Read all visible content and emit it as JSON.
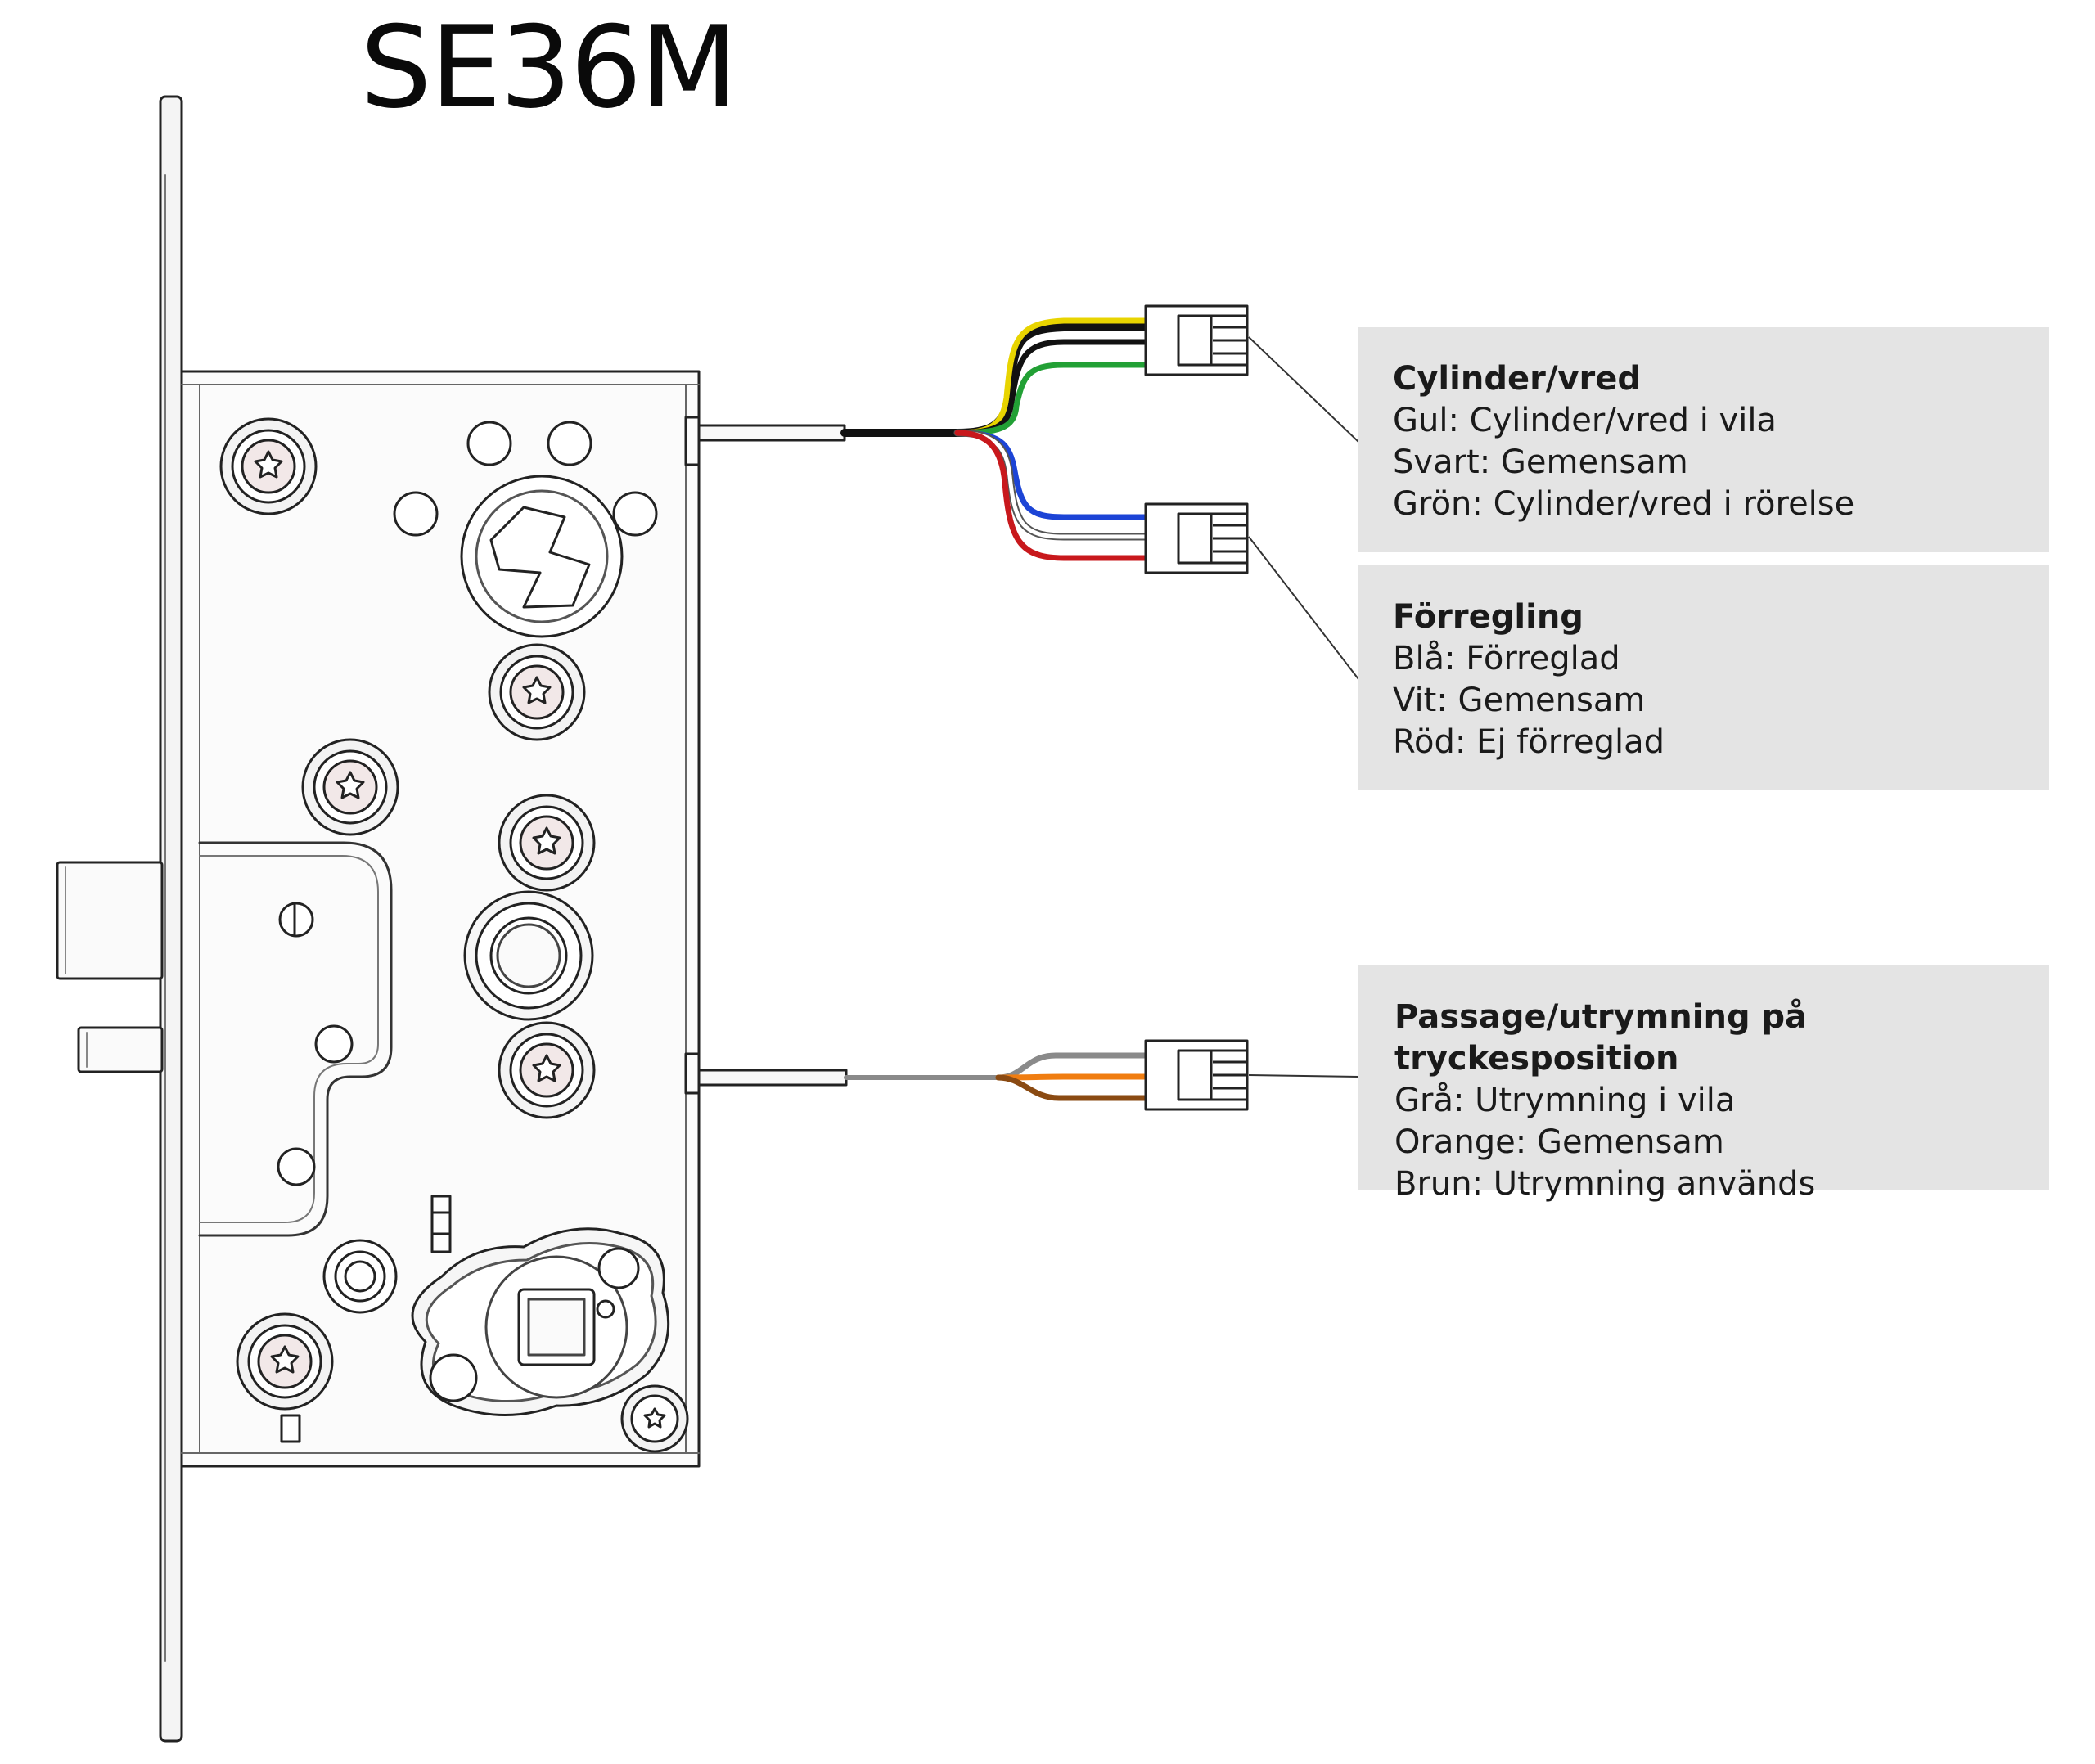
{
  "title": "SE36M",
  "colors": {
    "yellow": "#e8d400",
    "black": "#111111",
    "green": "#22a035",
    "blue": "#1c44d6",
    "white": "#ffffff",
    "red": "#c8181c",
    "grey": "#8a8a8a",
    "orange": "#f07d10",
    "brown": "#8a4a12",
    "panel_bg": "#e4e4e4"
  },
  "panels": [
    {
      "heading": "Cylinder/vred",
      "rows": [
        "Gul: Cylinder/vred i vila",
        "Svart: Gemensam",
        "Grön: Cylinder/vred i rörelse"
      ]
    },
    {
      "heading": "Förregling",
      "rows": [
        "Blå: Förreglad",
        "Vit: Gemensam",
        "Röd: Ej förreglad"
      ]
    },
    {
      "heading": "Passage/utrymning på tryckesposition",
      "rows": [
        "Grå: Utrymning i vila",
        "Orange: Gemensam",
        "Brun: Utrymning används"
      ]
    }
  ]
}
